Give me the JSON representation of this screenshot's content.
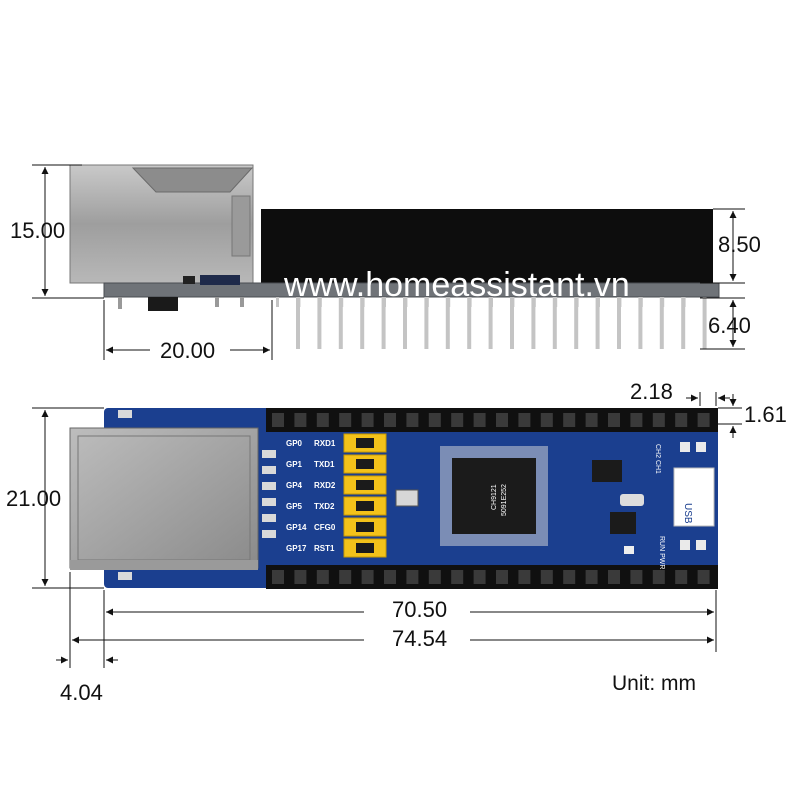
{
  "dimensions": {
    "side_height_rj45": "15.00",
    "side_header_height": "8.50",
    "side_pin_length": "6.40",
    "side_rj45_offset": "20.00",
    "pin_pitch_offset": "2.18",
    "board_thickness": "1.61",
    "board_width": "21.00",
    "pcb_length": "70.50",
    "total_length": "74.54",
    "rj45_overhang": "4.04"
  },
  "unit_label": "Unit: mm",
  "watermark": "www.homeassistant.vn",
  "pin_labels": [
    {
      "gp": "GP0",
      "fn": "RXD1"
    },
    {
      "gp": "GP1",
      "fn": "TXD1"
    },
    {
      "gp": "GP4",
      "fn": "RXD2"
    },
    {
      "gp": "GP5",
      "fn": "TXD2"
    },
    {
      "gp": "GP14",
      "fn": "CFG0"
    },
    {
      "gp": "GP17",
      "fn": "RST1"
    }
  ],
  "chip_marking": {
    "line1": "CH9121",
    "line2": "5091E252"
  },
  "silkscreen": {
    "ch_labels": "CH2 CH1",
    "usb": "USB",
    "run_pwr": "RUN PWR"
  },
  "colors": {
    "pcb": "#1b3f8f",
    "header": "#111111",
    "jumper": "#f3c21a",
    "metal": "#a9a9a9"
  }
}
